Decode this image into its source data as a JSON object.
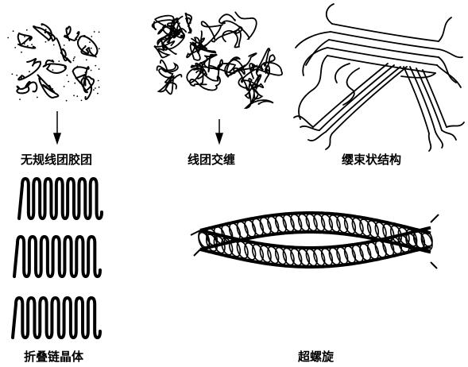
{
  "labels": {
    "micelle": "无规线团胶团",
    "entangle": "线团交缠",
    "bundle": "缨束状结构",
    "folded": "折叠链晶体",
    "helix": "超螺旋"
  },
  "colors": {
    "ink": "#000000",
    "paper": "#ffffff"
  }
}
